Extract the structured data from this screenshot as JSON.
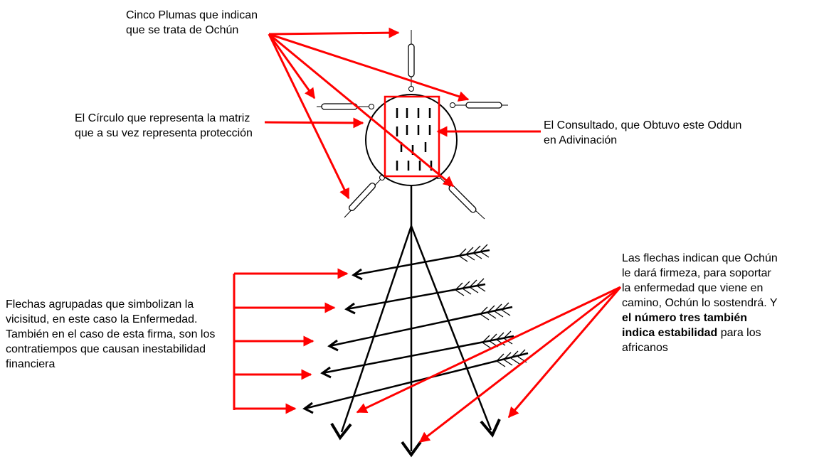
{
  "labels": {
    "plumas": "Cinco Plumas que indican que se trata de Ochún",
    "circulo": "El Círculo que representa la matriz que a su vez representa protección",
    "consultado": "El Consultado, que Obtuvo este Oddun en Adivinación",
    "flechas_agrupadas": "Flechas agrupadas que simbolizan la vicisitud, en este caso la Enfermedad. También en el caso de esta firma, son los contratiempos que causan inestabilidad financiera",
    "flechas_indican": {
      "part1": "Las flechas indican que Ochún le dará firmeza, para soportar la enfermedad que viene en camino, Ochún lo sostendrá. Y ",
      "bold": "el número tres también indica estabilidad",
      "part2": " para los africanos"
    }
  },
  "colors": {
    "annotation": "#ff0000",
    "drawing": "#000000"
  },
  "icons": [
    "feather-icon",
    "arrow-icon"
  ]
}
